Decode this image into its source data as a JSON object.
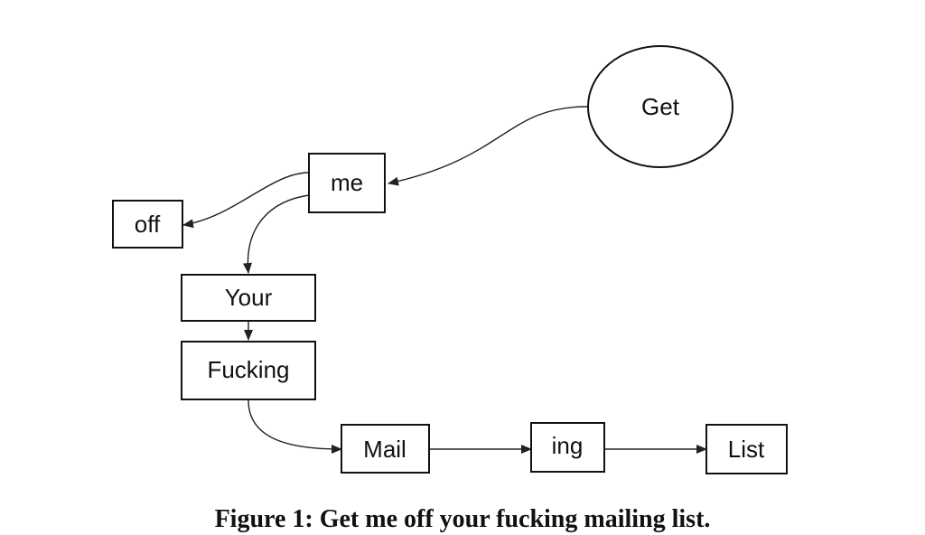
{
  "nodes": {
    "get": "Get",
    "me": "me",
    "off": "off",
    "your": "Your",
    "fucking": "Fucking",
    "mail": "Mail",
    "ing": "ing",
    "list": "List"
  },
  "edges": [
    {
      "from": "Get",
      "to": "me"
    },
    {
      "from": "me",
      "to": "off"
    },
    {
      "from": "me",
      "to": "Your"
    },
    {
      "from": "Your",
      "to": "Fucking"
    },
    {
      "from": "Fucking",
      "to": "Mail"
    },
    {
      "from": "Mail",
      "to": "ing"
    },
    {
      "from": "ing",
      "to": "List"
    }
  ],
  "caption": "Figure 1: Get me off your fucking mailing list."
}
